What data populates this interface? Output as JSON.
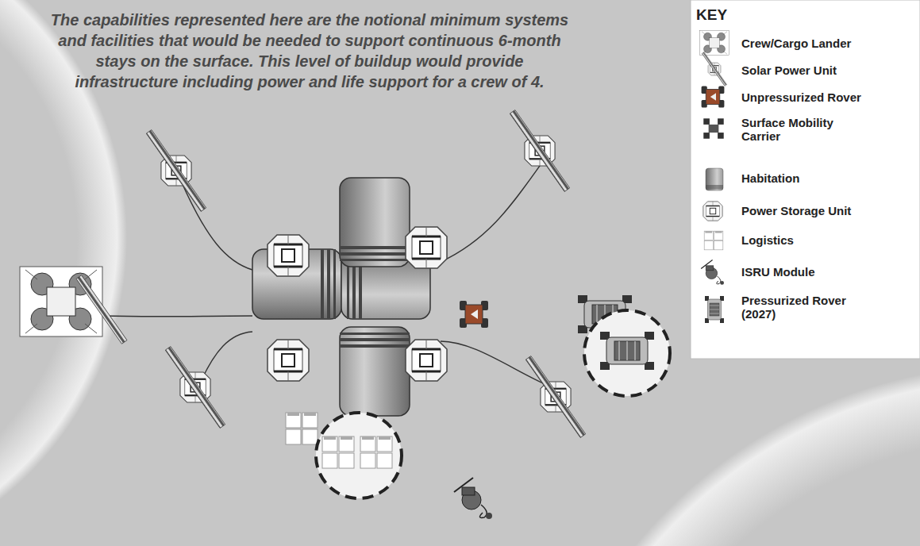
{
  "diagram": {
    "title": "The capabilities represented here are the notional minimum systems and facilities that would be needed to support continuous 6-month stays on the surface. This level of buildup would provide infrastructure including power and life support for a crew of 4.",
    "labels": [
      "KEY"
    ],
    "legend": [
      {
        "text": "Crew/Cargo Lander"
      },
      {
        "text": "Solar Power Unit"
      },
      {
        "text": "Unpressurized Rover"
      },
      {
        "text": "Surface Mobility Carrier"
      },
      {
        "text": "Habitation"
      },
      {
        "text": "Power Storage Unit"
      },
      {
        "text": "Logistics"
      },
      {
        "text": "ISRU Module"
      },
      {
        "text": "Pressurized Rover (2027)"
      }
    ]
  }
}
